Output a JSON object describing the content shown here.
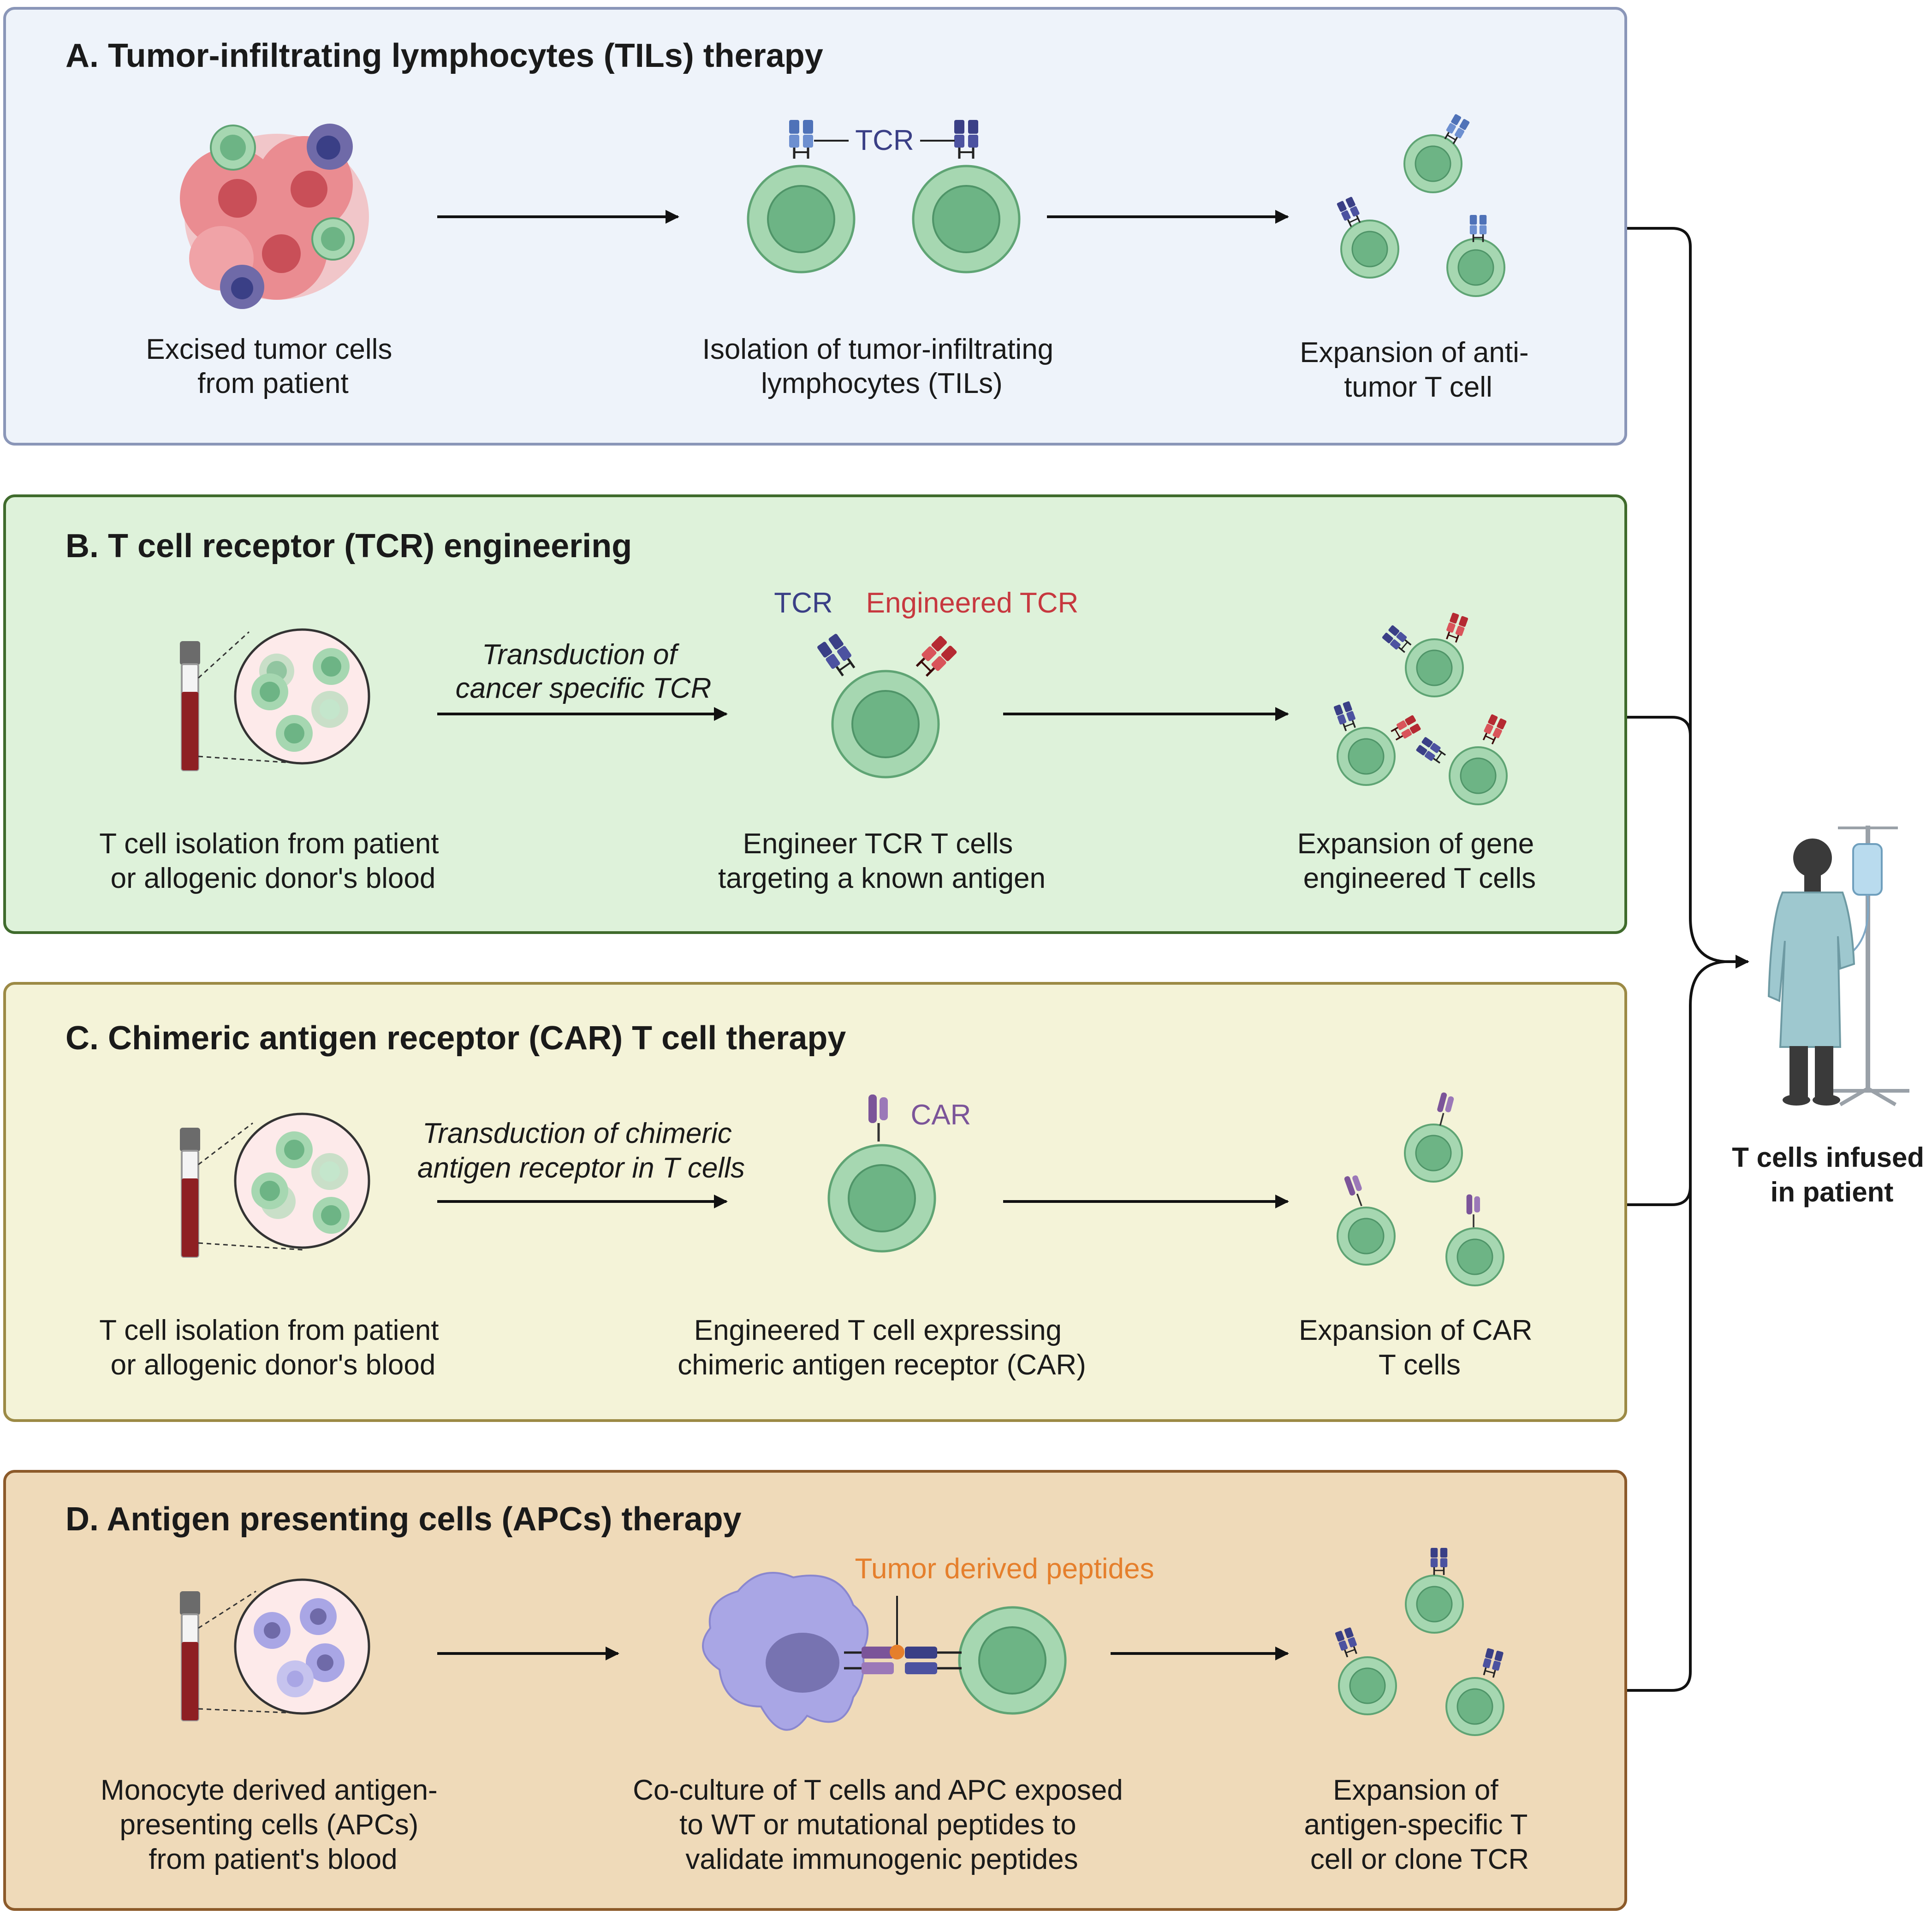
{
  "panels": {
    "a": {
      "title": "A. Tumor-infiltrating lymphocytes (TILs) therapy",
      "bg": "#eef3fa",
      "border": "#8a96b8",
      "step1": [
        "Excised tumor cells",
        "from patient"
      ],
      "step2": [
        "Isolation of tumor-infiltrating",
        "lymphocytes (TILs)"
      ],
      "step3": [
        "Expansion of anti-",
        "tumor T cell"
      ],
      "tcr_label": "TCR"
    },
    "b": {
      "title": "B. T cell receptor (TCR) engineering",
      "bg": "#def2da",
      "border": "#3f6b2c",
      "transduction": [
        "Transduction of",
        "cancer specific TCR"
      ],
      "tcr_label": "TCR",
      "engineered_tcr_label": "Engineered TCR",
      "step1": [
        "T cell isolation from patient",
        "or allogenic donor's blood"
      ],
      "step2": [
        "Engineer TCR T cells",
        "targeting a known antigen"
      ],
      "step3": [
        "Expansion of gene",
        "engineered T cells"
      ]
    },
    "c": {
      "title": "C. Chimeric antigen receptor (CAR) T cell therapy",
      "bg": "#f4f3d8",
      "border": "#9c8a45",
      "transduction": [
        "Transduction of chimeric",
        "antigen receptor in T cells"
      ],
      "car_label": "CAR",
      "step1": [
        "T cell isolation from patient",
        "or allogenic donor's blood"
      ],
      "step2": [
        "Engineered T cell expressing",
        "chimeric antigen receptor (CAR)"
      ],
      "step3": [
        "Expansion of CAR",
        "T cells"
      ]
    },
    "d": {
      "title": "D. Antigen presenting cells (APCs) therapy",
      "bg": "#efdab9",
      "border": "#8c5a2a",
      "peptides_label": "Tumor derived peptides",
      "step1": [
        "Monocyte derived antigen-",
        "presenting cells (APCs)",
        "from patient's blood"
      ],
      "step2": [
        "Co-culture of T cells and APC exposed",
        "to WT or mutational peptides to",
        "validate immunogenic peptides"
      ],
      "step3": [
        "Expansion of",
        "antigen-specific T",
        "cell or clone TCR"
      ]
    }
  },
  "outcome": [
    "T cells infused",
    "in patient"
  ],
  "colors": {
    "t_cell_outer": "#a6d7b1",
    "t_cell_inner": "#6db485",
    "tcr_light": "#5a7fc4",
    "tcr_dark": "#3a3f86",
    "engineered_tcr": "#c7383f",
    "car": "#7b5499",
    "apc": "#a9a6e5",
    "tumor": "#ea8c91",
    "peptide": "#e57f2c",
    "blood": "#8e1f23"
  }
}
